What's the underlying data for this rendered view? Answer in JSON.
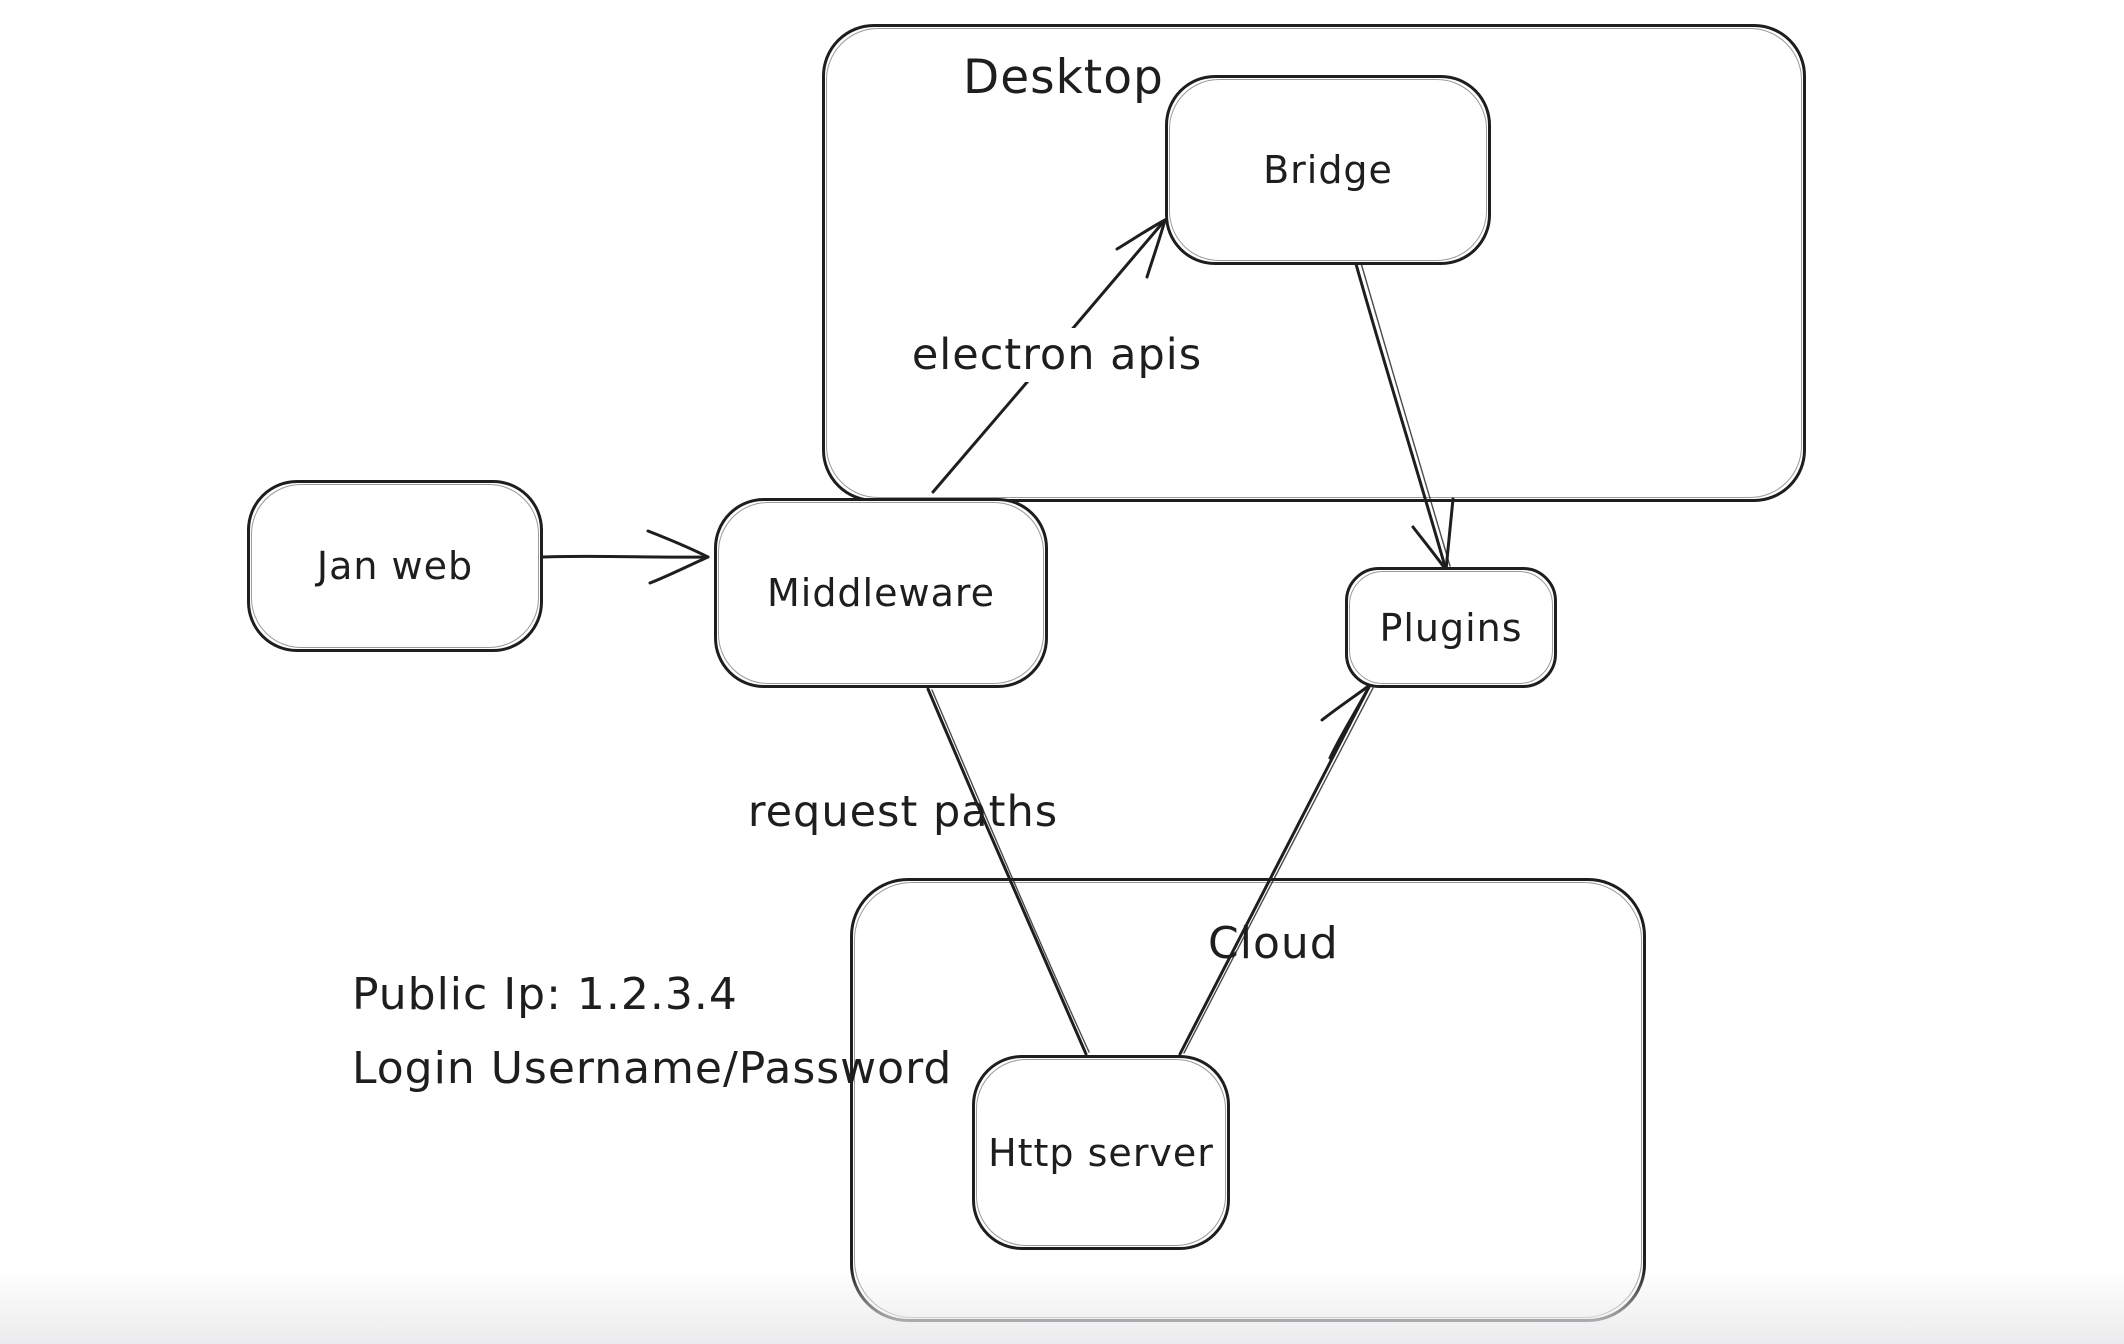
{
  "canvas": {
    "background": "#ffffff",
    "stroke_color": "#1e1e1e",
    "bottom_fade_color": "#ebebed"
  },
  "containers": [
    {
      "id": "desktop",
      "label": "Desktop"
    },
    {
      "id": "cloud",
      "label": "Cloud"
    }
  ],
  "nodes": [
    {
      "id": "jan-web",
      "label": "Jan web"
    },
    {
      "id": "middleware",
      "label": "Middleware"
    },
    {
      "id": "bridge",
      "label": "Bridge"
    },
    {
      "id": "plugins",
      "label": "Plugins"
    },
    {
      "id": "http-server",
      "label": "Http server"
    }
  ],
  "edges": [
    {
      "id": "jan-web-to-middleware",
      "from": "Jan web",
      "to": "Middleware",
      "label": "",
      "arrowhead": "end"
    },
    {
      "id": "middleware-to-bridge",
      "from": "Middleware",
      "to": "Bridge",
      "label": "electron apis",
      "arrowhead": "end"
    },
    {
      "id": "bridge-to-plugins",
      "from": "Bridge",
      "to": "Plugins",
      "label": "",
      "arrowhead": "end"
    },
    {
      "id": "middleware-to-http-server",
      "from": "Middleware",
      "to": "Http server",
      "label": "request paths",
      "arrowhead": "none"
    },
    {
      "id": "http-server-to-plugins",
      "from": "Http server",
      "to": "Plugins",
      "label": "",
      "arrowhead": "end"
    }
  ],
  "annotation": {
    "line1": "Public Ip: 1.2.3.4",
    "line2": "Login Username/Password"
  }
}
